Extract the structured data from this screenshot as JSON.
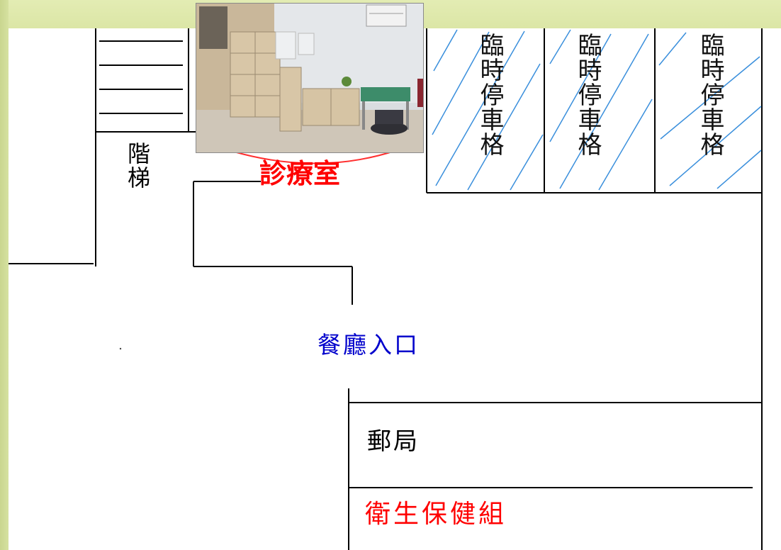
{
  "map": {
    "stairs": "階梯",
    "clinic": "診療室",
    "parking_spaces": [
      "臨時停車格",
      "臨時停車格",
      "臨時停車格"
    ],
    "restaurant_entrance": "餐廳入口",
    "post_office": "郵局",
    "health_section": "衛生保健組"
  },
  "colors": {
    "frame_green": "#d7e3a1",
    "clinic_red": "#ff0000",
    "restaurant_blue": "#0000cc",
    "hatch_blue": "#3a8fdc",
    "line_black": "#000000"
  }
}
